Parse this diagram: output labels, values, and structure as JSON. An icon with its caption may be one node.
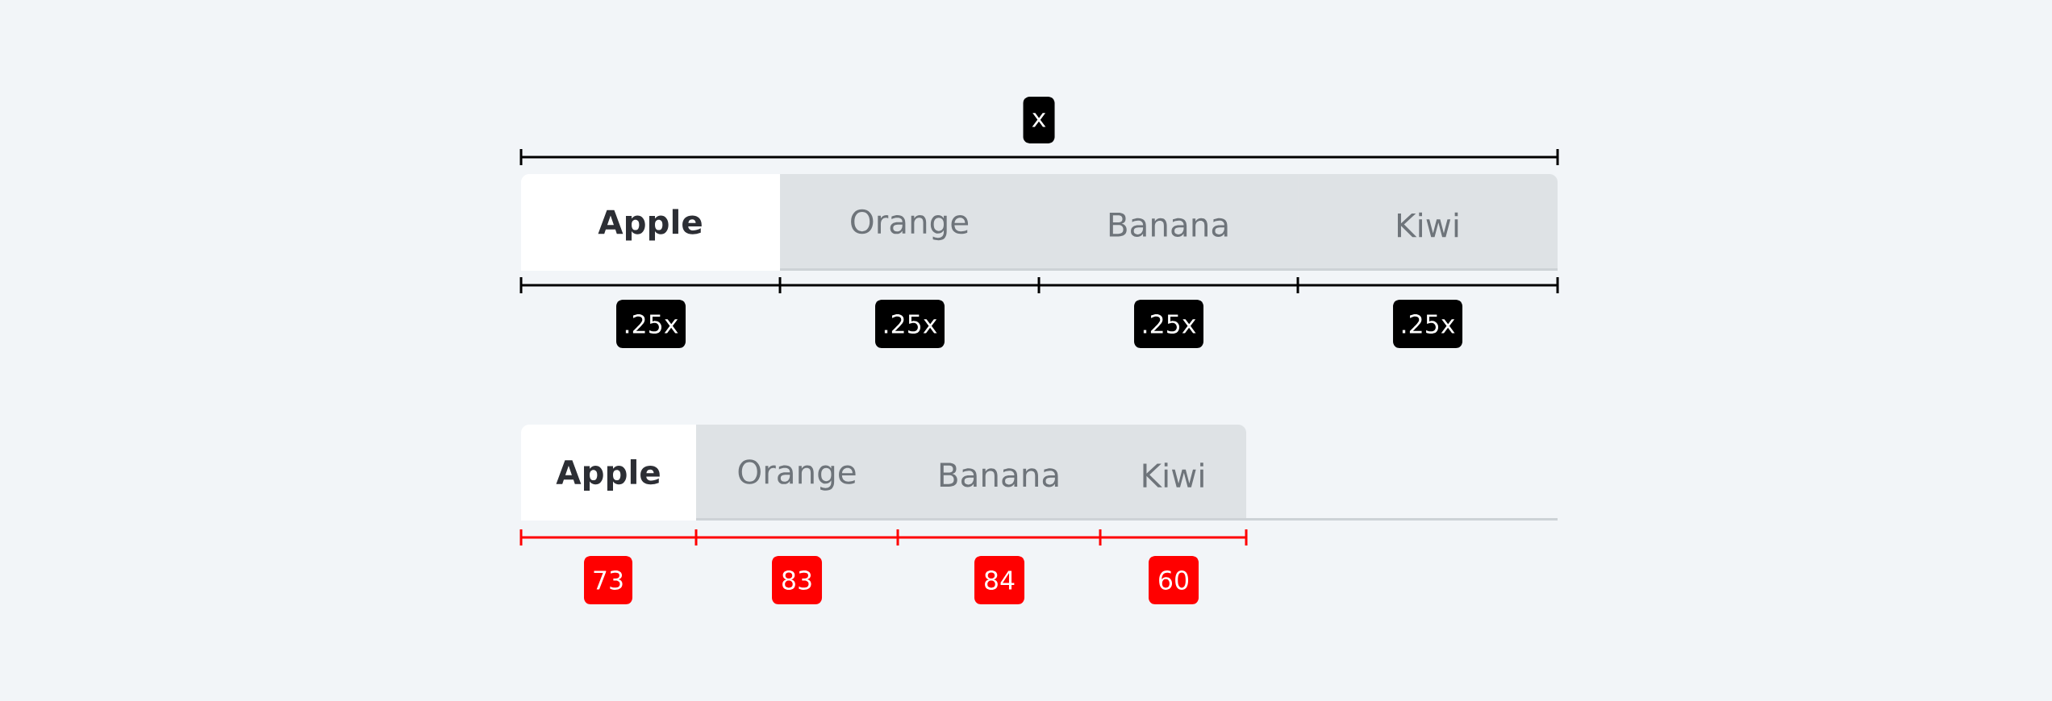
{
  "diagram": {
    "nodes": [
      {
        "text": [
          "Apple"
        ]
      },
      {
        "text": [
          "Orange"
        ]
      },
      {
        "text": [
          "Banana"
        ]
      },
      {
        "text": [
          "Kiwi"
        ]
      },
      {
        "text": [
          "Apple"
        ]
      },
      {
        "text": [
          "Orange"
        ]
      },
      {
        "text": [
          "Banana"
        ]
      },
      {
        "text": [
          "Kiwi"
        ]
      }
    ],
    "labels": [
      "x",
      ".25x",
      ".25x",
      ".25x",
      ".25x",
      "73",
      "83",
      "84",
      "60"
    ]
  }
}
